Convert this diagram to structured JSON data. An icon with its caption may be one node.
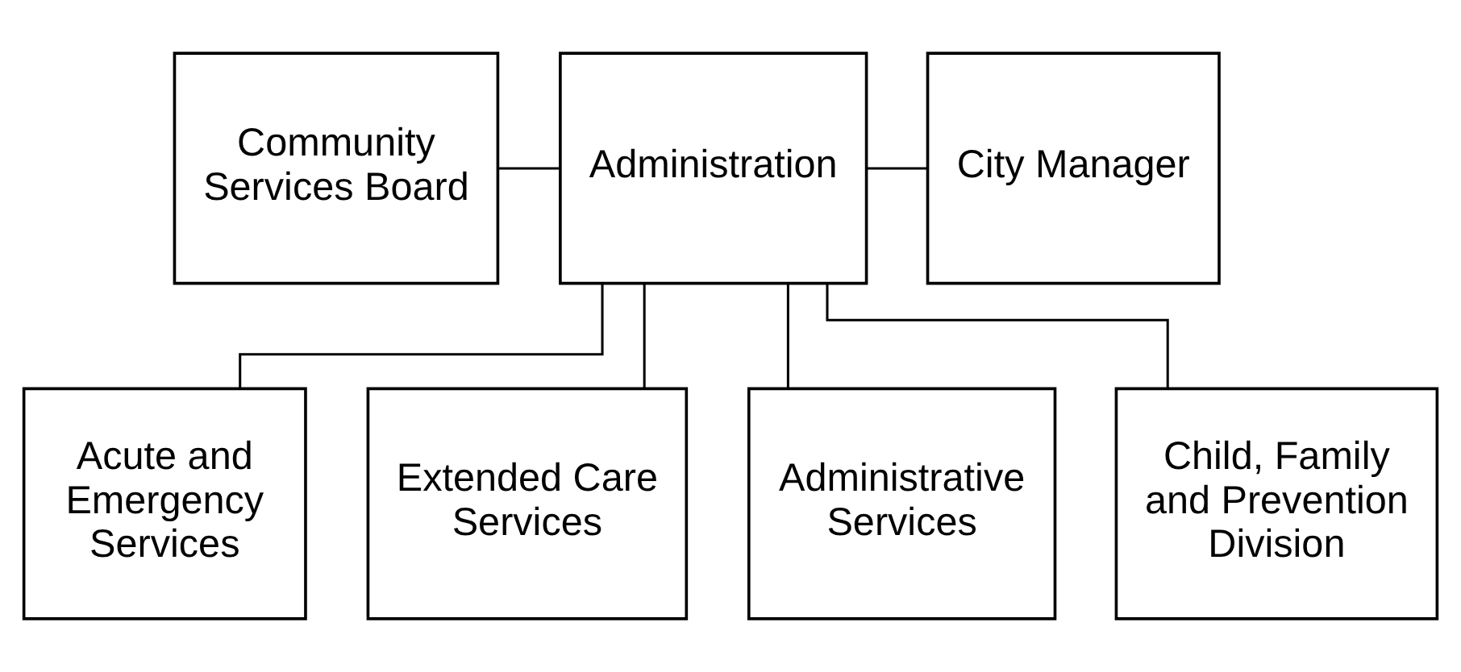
{
  "diagram": {
    "nodes": [
      {
        "text": [
          "Community Services Board"
        ]
      },
      {
        "text": [
          "Administration"
        ]
      },
      {
        "text": [
          "City Manager"
        ]
      },
      {
        "text": [
          "Acute and Emergency Services"
        ]
      },
      {
        "text": [
          "Extended Care Services"
        ]
      },
      {
        "text": [
          "Administrative Services"
        ]
      },
      {
        "text": [
          "Child, Family and Prevention Division"
        ]
      }
    ],
    "edges": [
      {
        "from": 0,
        "to": 1,
        "arrow": "none"
      },
      {
        "from": 1,
        "to": 2,
        "arrow": "none"
      },
      {
        "from": 1,
        "to": 3,
        "arrow": "none"
      },
      {
        "from": 1,
        "to": 4,
        "arrow": "none"
      },
      {
        "from": 1,
        "to": 5,
        "arrow": "none"
      },
      {
        "from": 1,
        "to": 6,
        "arrow": "none"
      }
    ]
  }
}
